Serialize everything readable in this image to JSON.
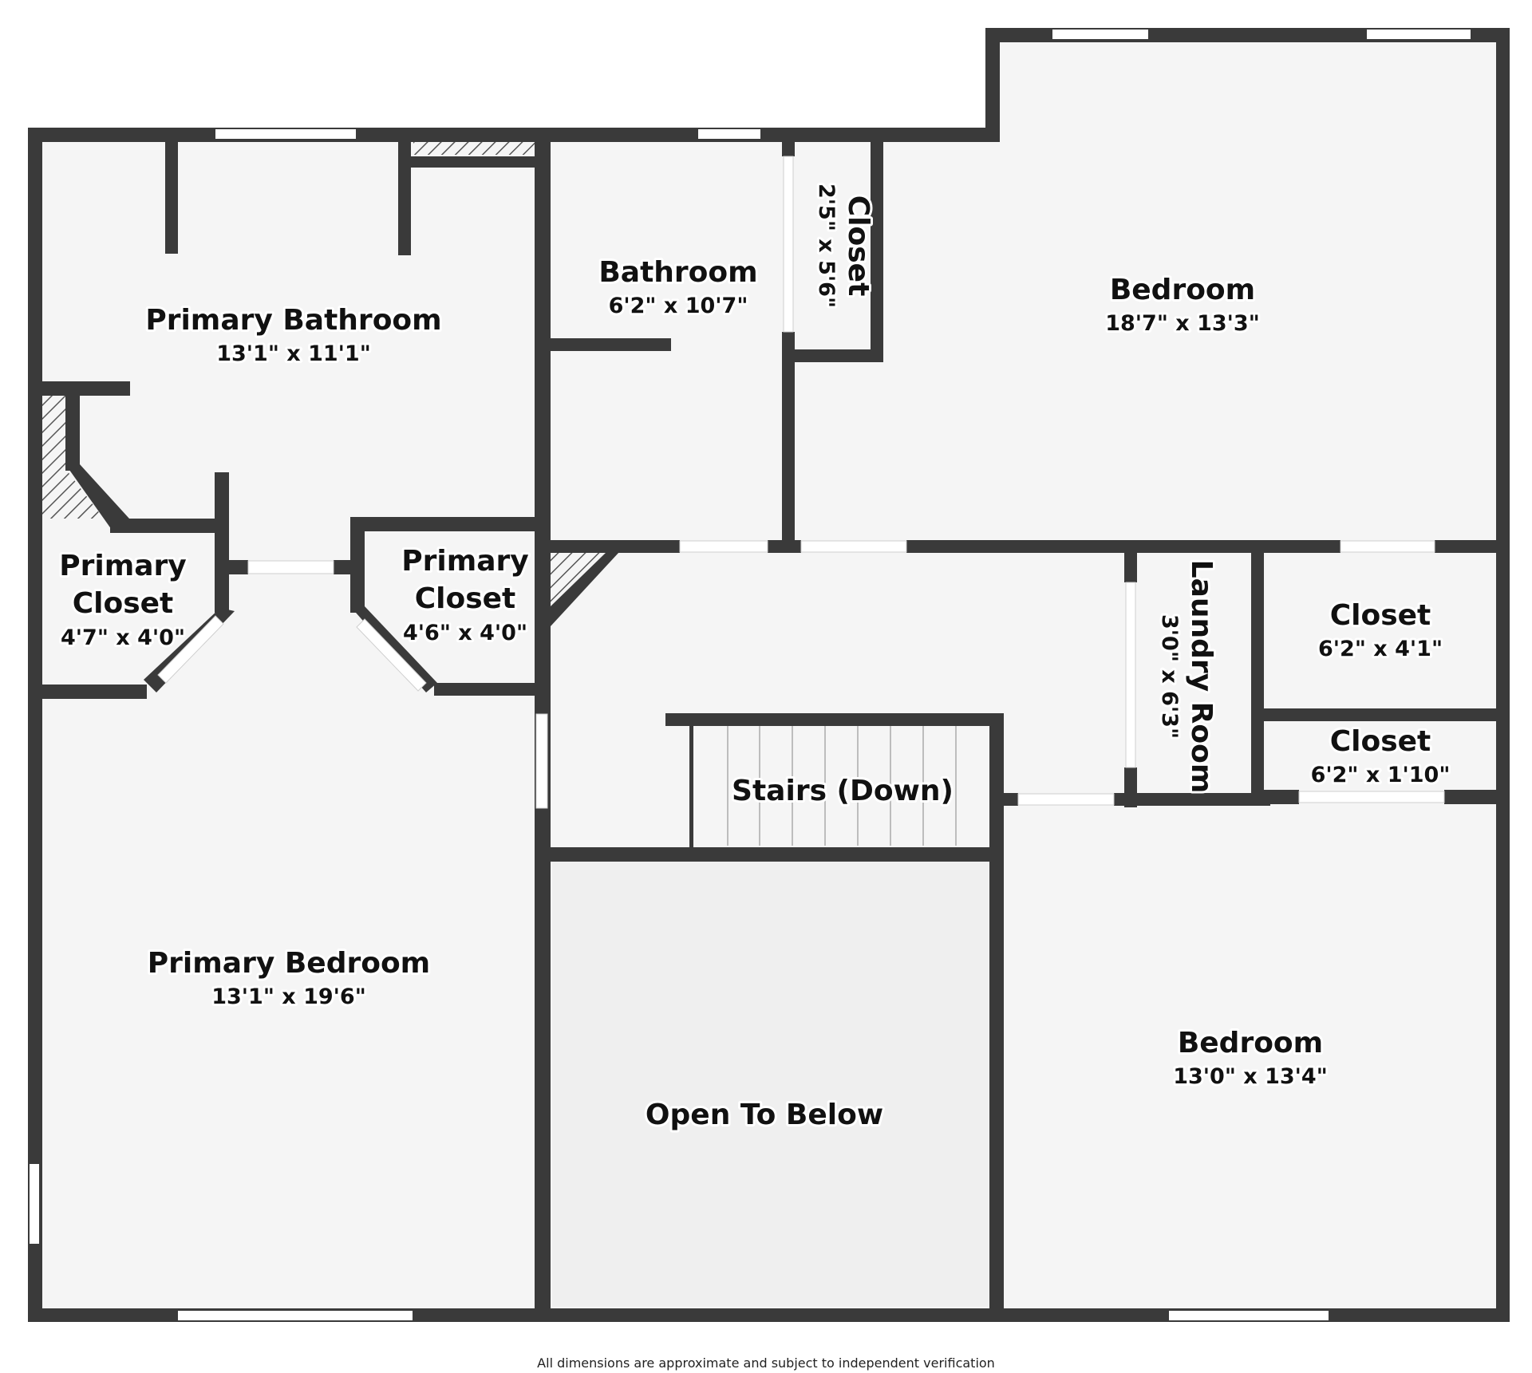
{
  "rooms": {
    "primary_bathroom": {
      "name": "Primary Bathroom",
      "dim": "13'1\" x 11'1\""
    },
    "bathroom": {
      "name": "Bathroom",
      "dim": "6'2\" x 10'7\""
    },
    "closet_top": {
      "name": "Closet",
      "dim": "2'5\" x 5'6\""
    },
    "bedroom_top": {
      "name": "Bedroom",
      "dim": "18'7\" x 13'3\""
    },
    "primary_closet_left": {
      "name_line1": "Primary",
      "name_line2": "Closet",
      "dim": "4'7\" x 4'0\""
    },
    "primary_closet_right": {
      "name_line1": "Primary",
      "name_line2": "Closet",
      "dim": "4'6\" x 4'0\""
    },
    "laundry_room": {
      "name": "Laundry Room",
      "dim": "3'0\" x 6'3\""
    },
    "closet_mid": {
      "name": "Closet",
      "dim": "6'2\" x 4'1\""
    },
    "closet_small": {
      "name": "Closet",
      "dim": "6'2\" x 1'10\""
    },
    "stairs": {
      "name": "Stairs (Down)"
    },
    "primary_bedroom": {
      "name": "Primary Bedroom",
      "dim": "13'1\" x 19'6\""
    },
    "open_to_below": {
      "name": "Open To Below"
    },
    "bedroom_bottom": {
      "name": "Bedroom",
      "dim": "13'0\" x 13'4\""
    }
  },
  "disclaimer": "All dimensions are approximate and subject to independent verification",
  "colors": {
    "wall": "#3a3a3a",
    "floor": "#f5f5f5",
    "open_below": "#efefef",
    "background": "#ffffff"
  }
}
